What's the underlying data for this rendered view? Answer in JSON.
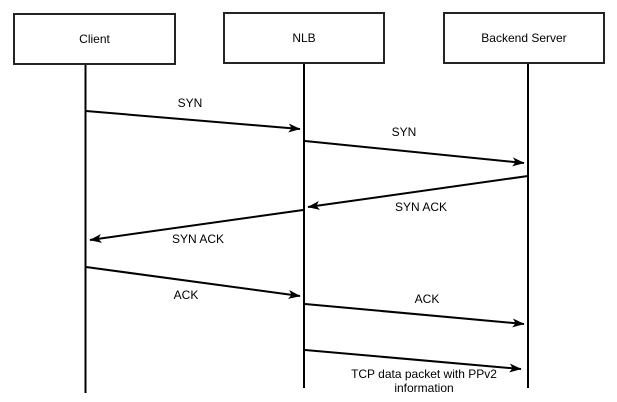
{
  "diagram": {
    "type": "sequence-diagram",
    "actors": [
      {
        "id": "client",
        "label": "Client"
      },
      {
        "id": "nlb",
        "label": "NLB"
      },
      {
        "id": "backend",
        "label": "Backend Server"
      }
    ],
    "messages": [
      {
        "from": "client",
        "to": "nlb",
        "label": "SYN"
      },
      {
        "from": "nlb",
        "to": "backend",
        "label": "SYN"
      },
      {
        "from": "backend",
        "to": "nlb",
        "label": "SYN ACK"
      },
      {
        "from": "nlb",
        "to": "client",
        "label": "SYN ACK"
      },
      {
        "from": "client",
        "to": "nlb",
        "label": "ACK"
      },
      {
        "from": "nlb",
        "to": "backend",
        "label": "ACK"
      },
      {
        "from": "nlb",
        "to": "backend",
        "label": "TCP data packet with PPv2 information"
      }
    ],
    "colors": {
      "background": "#ffffff",
      "box_border": "#242424",
      "line_stroke": "#000000",
      "text": "#000000"
    }
  }
}
